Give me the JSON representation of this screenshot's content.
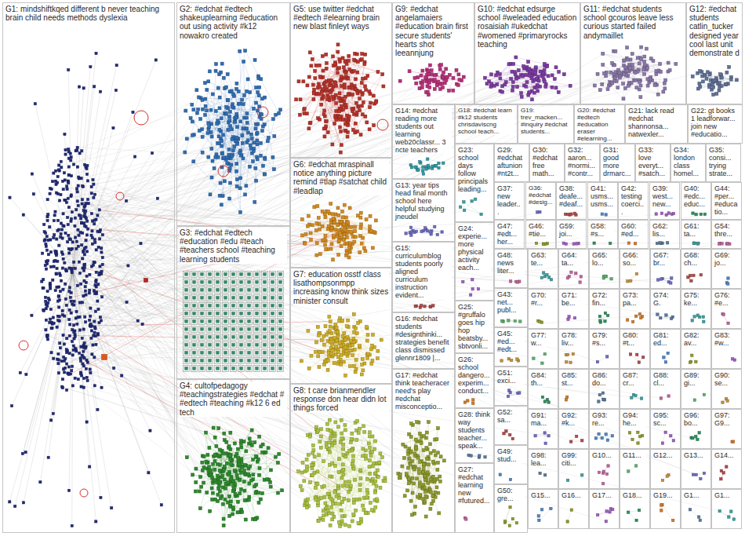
{
  "diagram": {
    "nodes": [
      {
        "text": [
          "G1: mindshiftkqed different b never teaching brain child needs methods dyslexia"
        ]
      },
      {
        "text": [
          "G2: #edchat #edtech shakeuplearning #education out using activity #k12 nowakro created"
        ]
      },
      {
        "text": [
          "G3: #edchat #edtech #education #edu #teach #teachers school #teaching learning students"
        ]
      },
      {
        "text": [
          "G4: cultofpedagogy #teachingstrategies #edchat # #edtech #teaching #k12 6 ed tech"
        ]
      },
      {
        "text": [
          "G5: use twitter #edchat #edtech #elearning brain new blast finleyt ways"
        ]
      },
      {
        "text": [
          "G6: #edchat mraspinall notice anything picture remind #tlap #satchat child #leadlap"
        ]
      },
      {
        "text": [
          "G7: education osstf class lisathompsonmpp increasing know think sizes minister consult"
        ]
      },
      {
        "text": [
          "G8: t care brianmendler response don hear didn lot things forced"
        ]
      },
      {
        "text": [
          "G9: #edchat angelamaiers #education brain first secure students' hearts shot leeannjung"
        ]
      },
      {
        "text": [
          "G10: #edchat edsurge school #weleaded education rosaisiah #ukedchat #womened #primaryrocks teaching"
        ]
      },
      {
        "text": [
          "G11: #edchat students school gcouros leave less curious started failed andymaillet"
        ]
      },
      {
        "text": [
          "G12: #edchat students catlin_tucker designed year cool last unit demonstrate d"
        ]
      },
      {
        "text": [
          "G14: #edchat reading more students out learning web20classr... 3 ncte teachers"
        ]
      },
      {
        "text": [
          "G18: #edchat learn #k12 students chrisdaviscng school teach..."
        ]
      },
      {
        "text": [
          "G19: trev_macken... #inquiry #edchat students..."
        ]
      },
      {
        "text": [
          "G20: #edchat #edtech #education eraser #elearning..."
        ]
      },
      {
        "text": [
          "G21: lack read #edchat shannonsa... natwexler..."
        ]
      },
      {
        "text": [
          "G22: gt books 1 leadforwar... join new #educatio..."
        ]
      },
      {
        "text": [
          "G13: year tips head final month school here helpful studying jneudel"
        ]
      },
      {
        "text": [
          "G23: school days follow principals leading..."
        ]
      },
      {
        "text": [
          "G29: #edchat aftunion #nt2t..."
        ]
      },
      {
        "text": [
          "G30: #edchat free math..."
        ]
      },
      {
        "text": [
          "G32: aaron... #normi... #contr..."
        ]
      },
      {
        "text": [
          "G31: good more drmarc..."
        ]
      },
      {
        "text": [
          "G33: love everyt... #satch..."
        ]
      },
      {
        "text": [
          "G34: london class homel..."
        ]
      },
      {
        "text": [
          "G35: consi... trying strate..."
        ]
      },
      {
        "text": [
          "G37: new leader..."
        ]
      },
      {
        "text": [
          "G36: #edchat #desig..."
        ]
      },
      {
        "text": [
          "G38: deafe... #deaf..."
        ]
      },
      {
        "text": [
          "G41: usms... usms..."
        ]
      },
      {
        "text": [
          "G42: testing coerci..."
        ]
      },
      {
        "text": [
          "G39: west... new..."
        ]
      },
      {
        "text": [
          "G40: #edc... educ..."
        ]
      },
      {
        "text": [
          "G44: #per... #educatio..."
        ]
      },
      {
        "text": [
          "G47: #edt... her..."
        ]
      },
      {
        "text": [
          "G46: #tie..."
        ]
      },
      {
        "text": [
          "G59: joi..."
        ]
      },
      {
        "text": [
          "G58: #s..."
        ]
      },
      {
        "text": [
          "G60: #ed..."
        ]
      },
      {
        "text": [
          "G62: lis..."
        ]
      },
      {
        "text": [
          "G61: ta..."
        ]
      },
      {
        "text": [
          "G54: thre..."
        ]
      },
      {
        "text": [
          "G15: curriculumblog students poorly aligned curriculum instruction evident..."
        ]
      },
      {
        "text": [
          "G16: #edchat students #designthinki... strategies benefit class dismissed glennr1809 |..."
        ]
      },
      {
        "text": [
          "G17: #edchat think teacheracer need's play #edchat misconceptio..."
        ]
      },
      {
        "text": [
          "G24: experie... more physical activity each..."
        ]
      },
      {
        "text": [
          "G25: #gruffalo goes hip hop beatsby... sbtvonli..."
        ]
      },
      {
        "text": [
          "G26: school dangero... experim... conduct..."
        ]
      },
      {
        "text": [
          "G28: think way students teacher... speak..."
        ]
      },
      {
        "text": [
          "G27: #edchat learning new #futured..."
        ]
      },
      {
        "text": [
          "G48: news liter..."
        ]
      },
      {
        "text": [
          "G43: net... publ..."
        ]
      },
      {
        "text": [
          "G45: #ed... #edt..."
        ]
      },
      {
        "text": [
          "G51: exci..."
        ]
      },
      {
        "text": [
          "G52: sa..."
        ]
      },
      {
        "text": [
          "G49: stud..."
        ]
      },
      {
        "text": [
          "G50: gre..."
        ]
      },
      {
        "text": [
          "G63: te..."
        ]
      },
      {
        "text": [
          "G64: ta..."
        ]
      },
      {
        "text": [
          "G65: lo..."
        ]
      },
      {
        "text": [
          "G66: so..."
        ]
      },
      {
        "text": [
          "G67: br..."
        ]
      },
      {
        "text": [
          "G68: ch..."
        ]
      },
      {
        "text": [
          "G69: jo..."
        ]
      },
      {
        "text": [
          "G70: #r..."
        ]
      },
      {
        "text": [
          "G71: be..."
        ]
      },
      {
        "text": [
          "G72: fin..."
        ]
      },
      {
        "text": [
          "G73: pa..."
        ]
      },
      {
        "text": [
          "G74: G."
        ]
      },
      {
        "text": [
          "G75: ke..."
        ]
      },
      {
        "text": [
          "G76: #e..."
        ]
      },
      {
        "text": [
          "G77: w..."
        ]
      },
      {
        "text": [
          "G78: liv..."
        ]
      },
      {
        "text": [
          "G79: #s..."
        ]
      },
      {
        "text": [
          "G80: #t..."
        ]
      },
      {
        "text": [
          "G81: ed..."
        ]
      },
      {
        "text": [
          "G82: av..."
        ]
      },
      {
        "text": [
          "G83: #w..."
        ]
      },
      {
        "text": [
          "G84: th..."
        ]
      },
      {
        "text": [
          "G85: st..."
        ]
      },
      {
        "text": [
          "G86: do..."
        ]
      },
      {
        "text": [
          "G87: cr..."
        ]
      },
      {
        "text": [
          "G88: cl..."
        ]
      },
      {
        "text": [
          "G89: gi..."
        ]
      },
      {
        "text": [
          "G90: se..."
        ]
      },
      {
        "text": [
          "G91: ma..."
        ]
      },
      {
        "text": [
          "G92: #k..."
        ]
      },
      {
        "text": [
          "G93: re..."
        ]
      },
      {
        "text": [
          "G94: he..."
        ]
      },
      {
        "text": [
          "G95: sc..."
        ]
      },
      {
        "text": [
          "G96: bo..."
        ]
      },
      {
        "text": [
          "G97: G9..."
        ]
      },
      {
        "text": [
          "G98: lea..."
        ]
      },
      {
        "text": [
          "G99: citi..."
        ]
      },
      {
        "text": [
          "G10..."
        ]
      },
      {
        "text": [
          "G11..."
        ]
      },
      {
        "text": [
          "G12..."
        ]
      },
      {
        "text": [
          "G13..."
        ]
      },
      {
        "text": [
          "G14..."
        ]
      },
      {
        "text": [
          "G15..."
        ]
      },
      {
        "text": [
          "G16..."
        ]
      },
      {
        "text": [
          "G17..."
        ]
      },
      {
        "text": [
          "G18..."
        ]
      },
      {
        "text": [
          "G19..."
        ]
      },
      {
        "text": [
          "G1..."
        ]
      },
      {
        "text": [
          "G1..."
        ]
      }
    ]
  }
}
